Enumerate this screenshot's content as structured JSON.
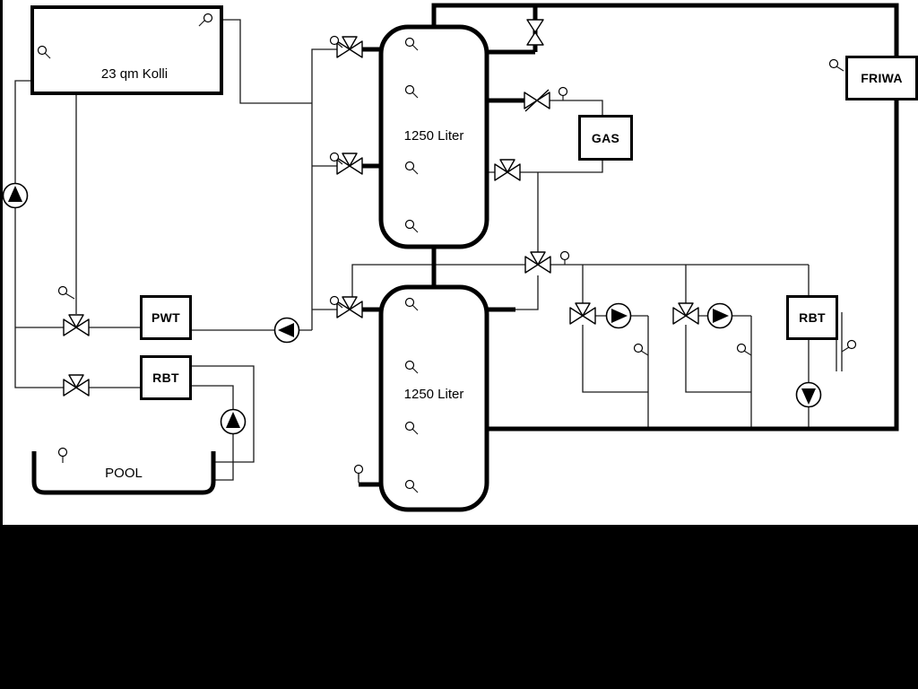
{
  "labels": {
    "collector": "23 qm Kolli",
    "tank_top": "1250 Liter",
    "tank_bottom": "1250 Liter",
    "pwt": "PWT",
    "rbt_left": "RBT",
    "gas": "GAS",
    "friwa": "FRIWA",
    "rbt_right": "RBT",
    "pool": "POOL"
  },
  "colors": {
    "line": "#000000",
    "background": "#ffffff",
    "letterbox": "#000000"
  },
  "icons": {
    "pump": "circle-with-triangle",
    "valve_3way": "bowtie-with-top-triangle",
    "valve_2way": "bowtie",
    "valve_check": "bowtie-with-slash",
    "sensor": "lollipop-temperature-sensor"
  }
}
